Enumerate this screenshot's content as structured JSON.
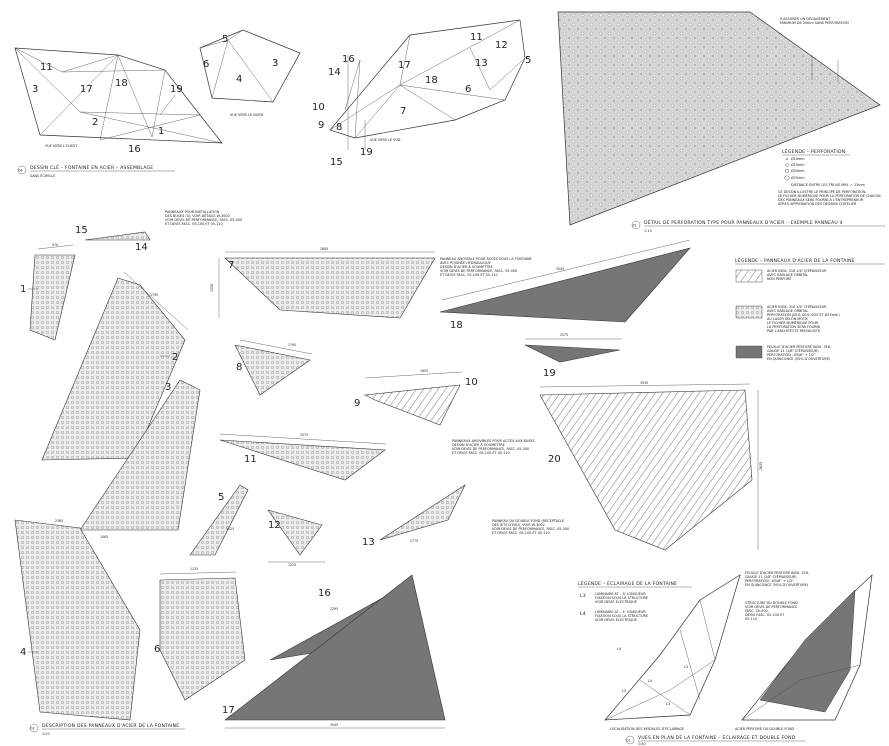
{
  "colors": {
    "ink": "#333333",
    "perf_fill": "#ececec",
    "hole": "#9a9a9a",
    "dark_fill": "#6f6f6f",
    "hatch": "#555555",
    "detail_bg": "#d6d6d6"
  },
  "views": {
    "ouest_label": "VUE VERS L'OUEST",
    "nord_label": "VUE VERS LE NORD",
    "sud_label": "VUE VERS LE SUD",
    "west_numbers": [
      "11",
      "3",
      "17",
      "18",
      "19",
      "2",
      "16",
      "1"
    ],
    "north_numbers": [
      "5",
      "6",
      "4",
      "3"
    ],
    "south_numbers": [
      "16",
      "14",
      "10",
      "9",
      "8",
      "15",
      "19",
      "7",
      "17",
      "18",
      "11",
      "13",
      "12",
      "5",
      "6"
    ]
  },
  "drawing_titles": {
    "t04_num": "04",
    "t04": "DESSIN CLÉ – FONTAINE EN ACIER – ASSEMBLAGE",
    "t04_scale": "SANS ÉCHELLE",
    "t02_num": "02",
    "t02": "DÉTAIL DE PERFORATION TYPE POUR PANNEAUX D'ACIER – EXEMPLE PANNEAU 4",
    "t02_scale": "1:10",
    "t03_num": "03",
    "t03": "DESCRIPTION DES PANNEAUX D'ACIER DE LA FONTAINE",
    "t03_scale": "1:20",
    "t01_num": "01",
    "t01": "VUES EN PLAN DE LA FONTAINE – ÉCLAIRAGE ET DOUBLE FOND",
    "t01_scale": "1:40"
  },
  "perforation_detail": {
    "note_top": [
      "S'ASSURER UN DÉGAGEMENT",
      "MINIMUM DE 20mm SANS PERFORATION"
    ],
    "legend_title": "LÉGENDE – PERFORATION",
    "legend_items": [
      "Ø10mm",
      "Ø15mm",
      "Ø20mm",
      "Ø25mm"
    ],
    "distance_note": "DISTANCE ENTRE LES TROUS MIN. = 13mm",
    "notes": [
      "CE DESSIN ILLUSTRE LE PRINCIPE DE PERFORATION.",
      "LE FICHIER NUMÉRIQUE POUR LA PERFORATION DE CHACUN",
      "DES PANNEAUX SERA FOURNI À L'ENTREPRENEUR",
      "APRÈS APPROBATION DES DESSINS D'ATELIER"
    ]
  },
  "panel_legend": {
    "title": "LÉGENDE – PANNEAUX D'ACIER DE LA FONTAINE",
    "items": [
      [
        "ACIER INOX. 316 1/4\" D'ÉPAISSEUR",
        "AVEC SABLAGE ORBITAL",
        "NON PERFORÉ"
      ],
      [
        "ACIER INOX. 316 1/4\" D'ÉPAISSEUR",
        "AVEC SABLAGE ORBITAL",
        "PERFORATION (Ø10, Ø15, Ø20 ET Ø25mm)",
        "AU LASER SELON MOTIF.",
        "LE FICHIER NUMÉRIQUE POUR",
        "LA PERFORATION SERA FOURNI",
        "PAR L'ARCHITECTE PAYSAGISTE"
      ],
      [
        "FEUILLE D'ACIER PERFORÉ INOX. 316,",
        "GAUGE 11 (1/8\" D'ÉPAISSEUR)",
        "PERFORATION : Ø3/8\" + 1/2\"",
        "EN QUINCONCE (50% D'OUVERTURE)"
      ]
    ]
  },
  "panel_notes": {
    "note15": [
      "PANNEAUX POUR INSTALLATION",
      "DES BUSES (3), VOIR DÉTAILS W-3002",
      "VOIR DEVIS DE PERFORMANCE, FASC. 05-000",
      "ET DEVIS FASC. 05-100 ET 05-110"
    ],
    "note7": [
      "PANNEAU AMOVIBLE POUR ACCÈS SOUS LA FONTAINE",
      "AVEC POIGNÉE HYDRAULIQUE",
      "DESSIN D'ACIER À SOUMETTRE",
      "VOIR DEVIS DE PERFORMANCE, FASC. 05-000",
      "ET DEVIS FASC. 05-100 ET 05-110"
    ],
    "note9": [
      "PANNEAUX AMOVIBLES POUR ACCÈS AUX BUSES",
      "DESSIN D'ACIER À SOUMETTRE",
      "VOIR DEVIS DE PERFORMANCE, FASC. 05-000",
      "ET DEVIS FASC. 05-100 ET 05-110"
    ],
    "note20": [
      "PANNEAU DU DOUBLE FOND (RÉCEPTACLE",
      "DES JETS D'EAU), VOIR W-3002",
      "VOIR DEVIS DE PERFORMANCE, FASC. 05-000",
      "ET DEVIS FASC. 05-100 ET 05-110"
    ]
  },
  "panel_numbers": {
    "p1": "1",
    "p2": "2",
    "p3": "3",
    "p4": "4",
    "p5": "5",
    "p6": "6",
    "p7": "7",
    "p8": "8",
    "p9": "9",
    "p10": "10",
    "p11": "11",
    "p12": "12",
    "p13": "13",
    "p14": "14",
    "p15": "15",
    "p16": "16",
    "p17": "17",
    "p18": "18",
    "p19": "19",
    "p20": "20"
  },
  "dimensions": {
    "d7w": "2895",
    "d7h": "1250",
    "d18": "3045",
    "d19": "2575",
    "d20w": "3535",
    "d20h": "2635",
    "d11": "2575",
    "d10": "1655",
    "d8": "1790",
    "d2": "1790",
    "d1": "970",
    "d4": "2365",
    "d6": "1125",
    "d17": "3045",
    "d16": "2295",
    "d3": "1065",
    "d12": "1225",
    "d13": "1775",
    "d5": "1125"
  },
  "lighting": {
    "legend_title": "LÉGENDE – ÉCLAIRAGE DE LA FONTAINE",
    "l3_code": "L3",
    "l3_lines": [
      "LUMINAIRE AT – 3' LONGUEUR",
      "FIXATION SOUS LA STRUCTURE",
      "VOIR DEVIS ÉLECTRIQUE"
    ],
    "l4_code": "L4",
    "l4_lines": [
      "LUMINAIRE AT – 4' LONGUEUR",
      "FIXATION SOUS LA STRUCTURE",
      "VOIR DEVIS ÉLECTRIQUE"
    ],
    "markers": [
      "L4",
      "L3",
      "L4",
      "L3",
      "L3"
    ],
    "caption_left": "LOCALISATION DES MODULES D'ÉCLAIRAGE",
    "caption_right": "ACIER PERFORÉ OU DOUBLE FOND",
    "note_right_a": [
      "FEUILLE D'ACIER PERFORÉ INOX. 316,",
      "GAUGE 11 (1/8\" D'ÉPAISSEUR)",
      "PERFORATION : Ø3/8\" + 1/2\"",
      "EN QUINCONCE (50% D'OUVERTURE)"
    ],
    "note_right_b": [
      "STRUCTURE DU DOUBLE FOND",
      "VOIR DEVIS DE PERFORMANCE",
      "FASC. 05-000,",
      "DEVIS FASC. 05-100 ET",
      "05-110"
    ]
  }
}
